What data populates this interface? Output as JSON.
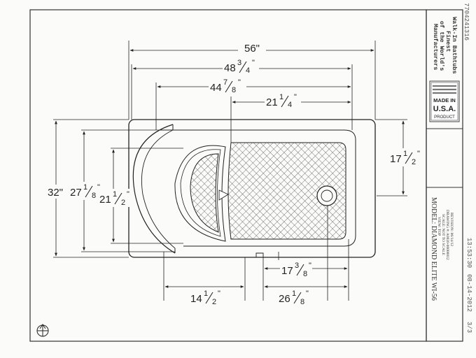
{
  "fax_header": "7704241316",
  "fax_time": "13:53:30",
  "fax_date": "08-14-2012",
  "fax_page": "3/3",
  "title_block": {
    "company_lines": [
      "Manufacturers",
      "of the World's",
      "Finest",
      "Walk-In Bathtubs"
    ],
    "badge_top": "MADE IN",
    "badge_middle": "U.S.A.",
    "badge_bottom": "PRODUCT",
    "model": "MODEL: DIAMOND ELITE   WI-56",
    "details": [
      "VIEW: TOP",
      "SCALE: NOT TO SCALE",
      "DRAWING #: A0020-00000012",
      "REVISION: 06/14/12"
    ]
  },
  "dimensions": {
    "overall_length": "56\"",
    "d48": {
      "whole": "48",
      "num": "3",
      "den": "4"
    },
    "d44": {
      "whole": "44",
      "num": "7",
      "den": "8"
    },
    "d21_top": {
      "whole": "21",
      "num": "1",
      "den": "4"
    },
    "right_17": {
      "whole": "17",
      "num": "1",
      "den": "2"
    },
    "overall_width": "32\"",
    "d27": {
      "whole": "27",
      "num": "1",
      "den": "8"
    },
    "d21_left": {
      "whole": "21",
      "num": "1",
      "den": "2"
    },
    "bottom_17": {
      "whole": "17",
      "num": "3",
      "den": "8"
    },
    "d14": {
      "whole": "14",
      "num": "1",
      "den": "2"
    },
    "d26": {
      "whole": "26",
      "num": "1",
      "den": "8"
    }
  }
}
